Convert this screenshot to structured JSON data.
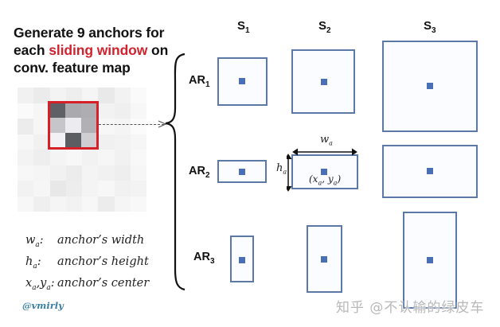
{
  "title": {
    "line1": "Generate 9 anchors for",
    "line2_pre": "each ",
    "line2_highlight": "sliding window",
    "line2_post": " on",
    "line3": "conv. feature map",
    "highlight_color": "#d0232e"
  },
  "feature_map": {
    "grid_size": 8,
    "cells": [
      "#f1f1f1",
      "#ebebeb",
      "#f3f3f3",
      "#eeeeee",
      "#f5f5f5",
      "#e9e9e9",
      "#f2f2f2",
      "#fafafa",
      "#fafafa",
      "#f6f6f6",
      "#f0f0f0",
      "#f4f4f4",
      "#f7f7f7",
      "#f2f2f2",
      "#efefef",
      "#f7f7f7",
      "#ececec",
      "#f6f6f6",
      "#f0f0f0",
      "#f3f3f3",
      "#f1f1f1",
      "#f7f7f7",
      "#f4f4f4",
      "#fbfbfb",
      "#f7f7f7",
      "#f1f1f1",
      "#f5f5f5",
      "#f2f2f2",
      "#f8f8f8",
      "#f0f0f0",
      "#f2f2f2",
      "#f6f6f6",
      "#f3f3f3",
      "#eeeeee",
      "#f4f4f4",
      "#f7f7f7",
      "#f2f2f2",
      "#f6f6f6",
      "#f1f1f1",
      "#f8f8f8",
      "#f7f7f7",
      "#f5f5f5",
      "#f1f1f1",
      "#ececec",
      "#f4f4f4",
      "#f1f1f1",
      "#eeeeee",
      "#f6f6f6",
      "#f2f2f2",
      "#f6f6f6",
      "#e8e8e8",
      "#ededed",
      "#f4f4f4",
      "#f7f7f7",
      "#f1f1f1",
      "#f3f3f3",
      "#f7f7f7",
      "#efefef",
      "#f5f5f5",
      "#f2f2f2",
      "#f7f7f7",
      "#ececec",
      "#f5f5f5",
      "#f8f8f8"
    ],
    "window_cells": [
      "#5f5f66",
      "#a9a9ae",
      "#adadb2",
      "#c5c5ca",
      "#ebebf0",
      "#b0b0b5",
      "#f2f2f5",
      "#5c5c63",
      "#cfcfd3"
    ],
    "window_border_color": "#d52027"
  },
  "legend": [
    {
      "sym": "w",
      "sub": "a",
      "sym2": "",
      "sub2": "",
      "text": "anchor’s width"
    },
    {
      "sym": "h",
      "sub": "a",
      "sym2": "",
      "sub2": "",
      "text": "anchor’s height"
    },
    {
      "sym": "x",
      "sub": "a",
      "sym2": "y",
      "sub2": "a",
      "text": "anchor’s center"
    }
  ],
  "credit": "@vmirly",
  "columns": [
    {
      "label": "S",
      "sub": "1"
    },
    {
      "label": "S",
      "sub": "2"
    },
    {
      "label": "S",
      "sub": "3"
    }
  ],
  "rows": [
    {
      "label": "AR",
      "sub": "1"
    },
    {
      "label": "AR",
      "sub": "2"
    },
    {
      "label": "AR",
      "sub": "3"
    }
  ],
  "annotation": {
    "width_label": "w",
    "width_sub": "a",
    "height_label": "h",
    "height_sub": "a",
    "center_label_pre": "(x",
    "center_sub1": "a",
    "center_mid": ", y",
    "center_sub2": "a",
    "center_post": ")"
  },
  "anchor_color": "#5b78a6",
  "watermark": "知乎 @不认输的绿皮车"
}
